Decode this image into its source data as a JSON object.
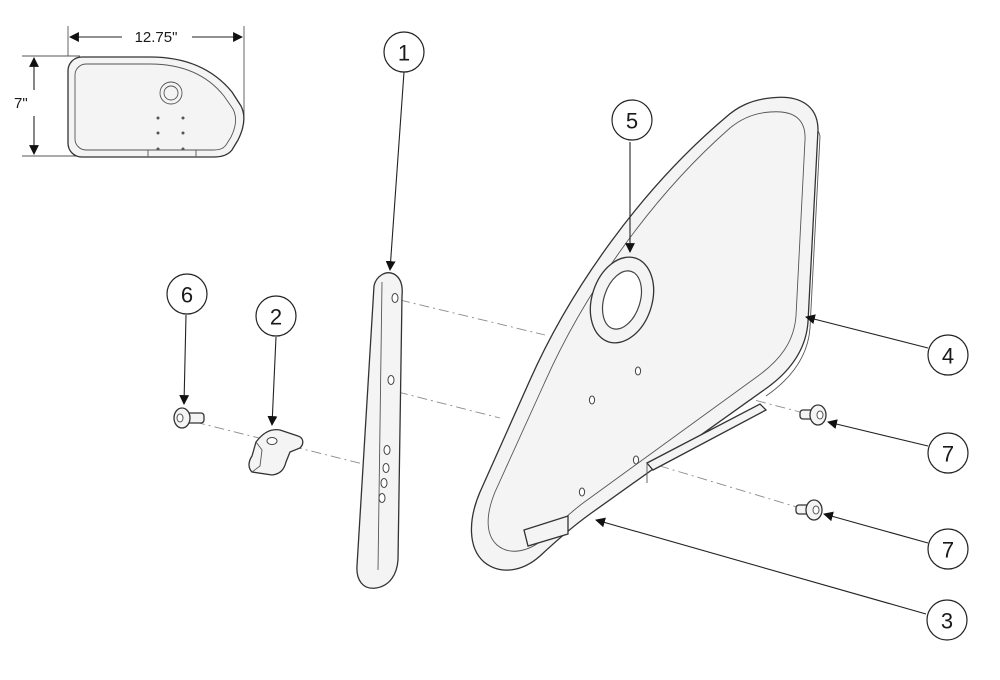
{
  "dimensions": {
    "width_label": "12.75\"",
    "height_label": "7\""
  },
  "callouts": [
    {
      "id": "c1",
      "label": "1"
    },
    {
      "id": "c2",
      "label": "2"
    },
    {
      "id": "c3",
      "label": "3"
    },
    {
      "id": "c4",
      "label": "4"
    },
    {
      "id": "c5",
      "label": "5"
    },
    {
      "id": "c6",
      "label": "6"
    },
    {
      "id": "c7a",
      "label": "7"
    },
    {
      "id": "c7b",
      "label": "7"
    }
  ]
}
